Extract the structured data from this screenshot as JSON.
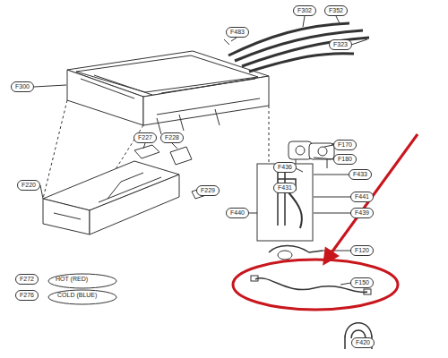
{
  "diagram": {
    "labels": [
      "F302",
      "F352",
      "F483",
      "F323",
      "F300",
      "F170",
      "F180",
      "F227",
      "F228",
      "F220",
      "F229",
      "F436",
      "F433",
      "F431",
      "F441",
      "F440",
      "F439",
      "F120",
      "F150",
      "F420",
      "F272",
      "HOT (RED)",
      "F276",
      "COLD (BLUE)"
    ]
  }
}
